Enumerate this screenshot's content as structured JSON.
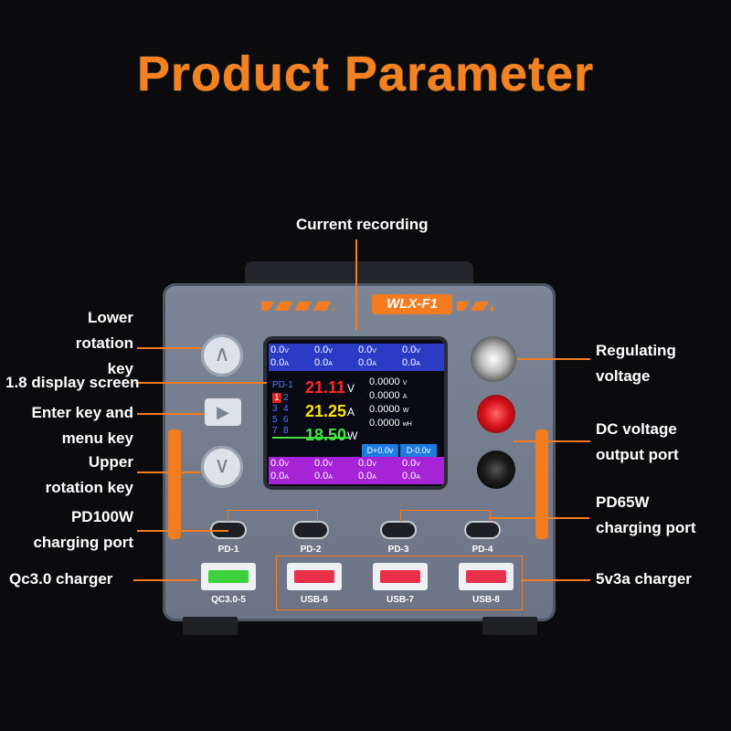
{
  "title": "Product Parameter",
  "brand": "WLX-F1",
  "labels": {
    "current_recording": "Current recording",
    "lower_rotation": [
      "Lower",
      "rotation key"
    ],
    "display_screen": "1.8 display screen",
    "enter_key": [
      "Enter key and",
      "menu key"
    ],
    "upper_rotation": [
      "Upper",
      "rotation key"
    ],
    "pd100w": [
      "PD100W",
      "charging port"
    ],
    "qc_charger": "Qc3.0 charger",
    "regulating": [
      "Regulating",
      "voltage"
    ],
    "dc_output": [
      "DC voltage",
      "output port"
    ],
    "pd65w": [
      "PD65W",
      "charging port"
    ],
    "usb_charger": "5v3a charger"
  },
  "screen": {
    "top_cells": [
      {
        "v": "0.0",
        "vu": "V",
        "a": "0.0",
        "au": "A"
      },
      {
        "v": "0.0",
        "vu": "V",
        "a": "0.0",
        "au": "A"
      },
      {
        "v": "0.0",
        "vu": "V",
        "a": "0.0",
        "au": "A"
      },
      {
        "v": "0.0",
        "vu": "V",
        "a": "0.0",
        "au": "A"
      }
    ],
    "bottom_cells": [
      {
        "v": "0.0",
        "vu": "V",
        "a": "0.0",
        "au": "A"
      },
      {
        "v": "0.0",
        "vu": "V",
        "a": "0.0",
        "au": "A"
      },
      {
        "v": "0.0",
        "vu": "V",
        "a": "0.0",
        "au": "A"
      },
      {
        "v": "0.0",
        "vu": "V",
        "a": "0.0",
        "au": "A"
      }
    ],
    "channel": "PD-1",
    "channel_nums": [
      "1",
      "2",
      "3",
      "4",
      "5",
      "6",
      "7",
      "8"
    ],
    "voltage": "21.11",
    "voltage_unit": "V",
    "current": "21.25",
    "current_unit": "A",
    "power": "18.50",
    "power_unit": "W",
    "right_rows": [
      {
        "val": "0.0000",
        "unit": "V"
      },
      {
        "val": "0.0000",
        "unit": "A"
      },
      {
        "val": "0.0000",
        "unit": "W"
      },
      {
        "val": "0.0000",
        "unit": "wH"
      }
    ],
    "dplus": "D+0.0v",
    "dminus": "D-0.0v"
  },
  "ports": {
    "pd": [
      "PD-1",
      "PD-2",
      "PD-3",
      "PD-4"
    ],
    "usb": [
      "QC3.0-5",
      "USB-6",
      "USB-7",
      "USB-8"
    ],
    "usb_colors": [
      "#3cd23c",
      "#e8304a",
      "#e8304a",
      "#e8304a"
    ]
  },
  "colors": {
    "accent": "#f47c20",
    "voltage": "#ff2a2a",
    "current": "#ffe000",
    "power": "#44e044",
    "top_cells": "#2b3cc4",
    "bottom_cells": "#a524d6"
  }
}
